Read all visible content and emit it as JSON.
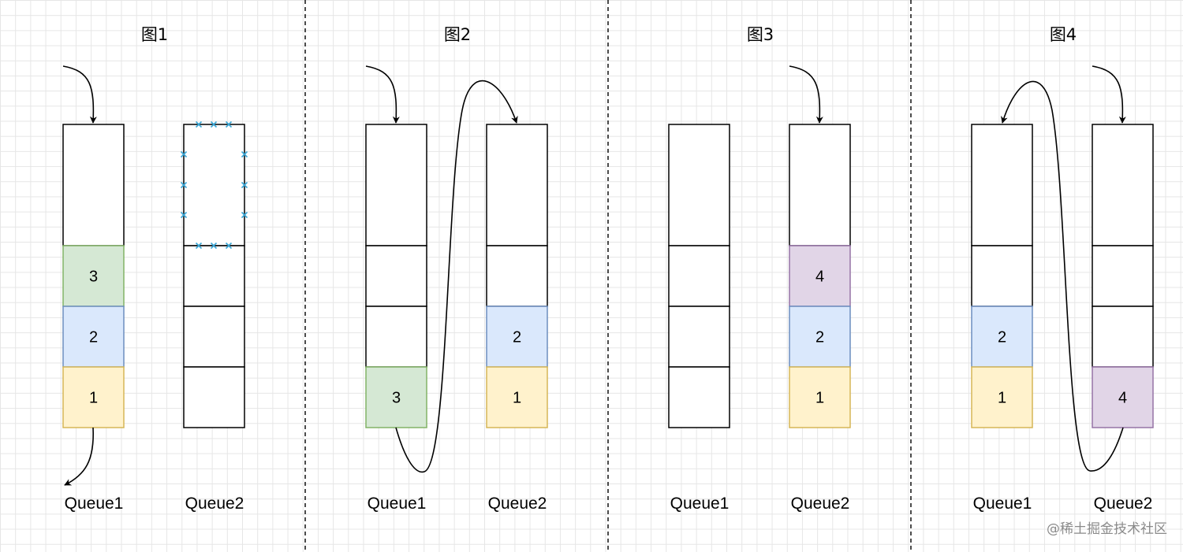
{
  "panels": [
    {
      "title": "图1",
      "queues": [
        {
          "label": "Queue1",
          "cells": [
            "",
            "3",
            "2",
            "1"
          ],
          "colors": [
            "none",
            "green",
            "blue",
            "yellow"
          ],
          "top_tall": true
        },
        {
          "label": "Queue2",
          "cells": [
            "",
            "",
            "",
            ""
          ],
          "colors": [
            "none",
            "none",
            "none",
            "none"
          ],
          "top_tall": true,
          "top_marked": true
        }
      ]
    },
    {
      "title": "图2",
      "queues": [
        {
          "label": "Queue1",
          "cells": [
            "",
            "",
            "",
            "3"
          ],
          "colors": [
            "none",
            "none",
            "none",
            "green"
          ],
          "top_tall": true
        },
        {
          "label": "Queue2",
          "cells": [
            "",
            "",
            "2",
            "1"
          ],
          "colors": [
            "none",
            "none",
            "blue",
            "yellow"
          ],
          "top_tall": true
        }
      ]
    },
    {
      "title": "图3",
      "queues": [
        {
          "label": "Queue1",
          "cells": [
            "",
            "",
            "",
            ""
          ],
          "colors": [
            "none",
            "none",
            "none",
            "none"
          ],
          "top_tall": true
        },
        {
          "label": "Queue2",
          "cells": [
            "",
            "4",
            "2",
            "1"
          ],
          "colors": [
            "none",
            "purple",
            "blue",
            "yellow"
          ],
          "top_tall": true
        }
      ]
    },
    {
      "title": "图4",
      "queues": [
        {
          "label": "Queue1",
          "cells": [
            "",
            "",
            "2",
            "1"
          ],
          "colors": [
            "none",
            "none",
            "blue",
            "yellow"
          ],
          "top_tall": true
        },
        {
          "label": "Queue2",
          "cells": [
            "",
            "",
            "",
            "4"
          ],
          "colors": [
            "none",
            "none",
            "none",
            "purple"
          ],
          "top_tall": true
        }
      ]
    }
  ],
  "palette": {
    "green": {
      "fill": "#d5e8d4",
      "stroke": "#82b366"
    },
    "blue": {
      "fill": "#dae8fc",
      "stroke": "#6c8ebf"
    },
    "yellow": {
      "fill": "#fff2cc",
      "stroke": "#d6b656"
    },
    "purple": {
      "fill": "#e1d5e7",
      "stroke": "#9673a6"
    },
    "none": {
      "fill": "#ffffff",
      "stroke": "#000000"
    }
  },
  "watermark": "@稀土掘金技术社区"
}
